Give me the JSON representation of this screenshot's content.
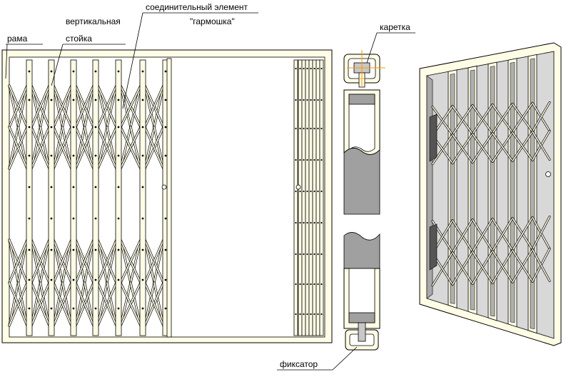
{
  "labels": {
    "frame": "рама",
    "post_line1": "вертикальная",
    "post_line2": "стойка",
    "connector_line1": "соединительный элемент",
    "connector_line2": "\"гармошка\"",
    "carriage": "каретка",
    "latch": "фиксатор"
  },
  "colors": {
    "cream": "#fffde6",
    "gray": "#a0a0a0",
    "light_gray": "#c8c8c8",
    "accent_orange": "#ff9900"
  }
}
